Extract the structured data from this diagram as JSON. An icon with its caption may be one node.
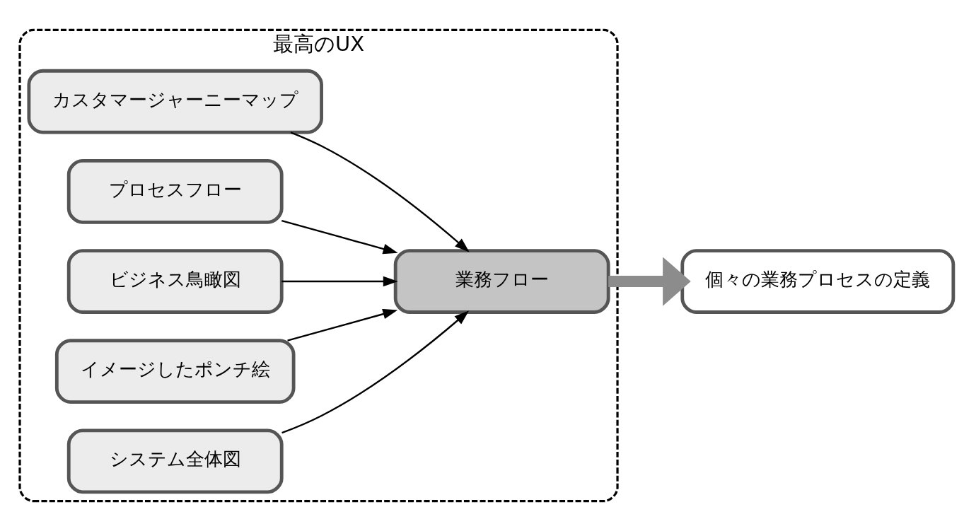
{
  "diagram": {
    "nodes": [
      {
        "text": [
          "最高のUX"
        ]
      },
      {
        "text": [
          "カスタマージャーニーマップ"
        ],
        "in": 0
      },
      {
        "text": [
          "プロセスフロー"
        ],
        "in": 0
      },
      {
        "text": [
          "ビジネス鳥瞰図"
        ],
        "in": 0
      },
      {
        "text": [
          "イメージしたポンチ絵"
        ],
        "in": 0
      },
      {
        "text": [
          "システム全体図"
        ],
        "in": 0
      },
      {
        "text": [
          "業務フロー"
        ],
        "in": 0
      },
      {
        "text": [
          "個々の業務プロセスの定義"
        ]
      }
    ],
    "edges": [
      {
        "from": 1,
        "to": 6,
        "arrow": "to"
      },
      {
        "from": 2,
        "to": 6,
        "arrow": "to"
      },
      {
        "from": 3,
        "to": 6,
        "arrow": "to"
      },
      {
        "from": 4,
        "to": 6,
        "arrow": "to"
      },
      {
        "from": 5,
        "to": 6,
        "arrow": "to"
      },
      {
        "from": 6,
        "to": 7,
        "arrow": "to",
        "style": "thick",
        "color": "#8c8c8c"
      }
    ]
  }
}
